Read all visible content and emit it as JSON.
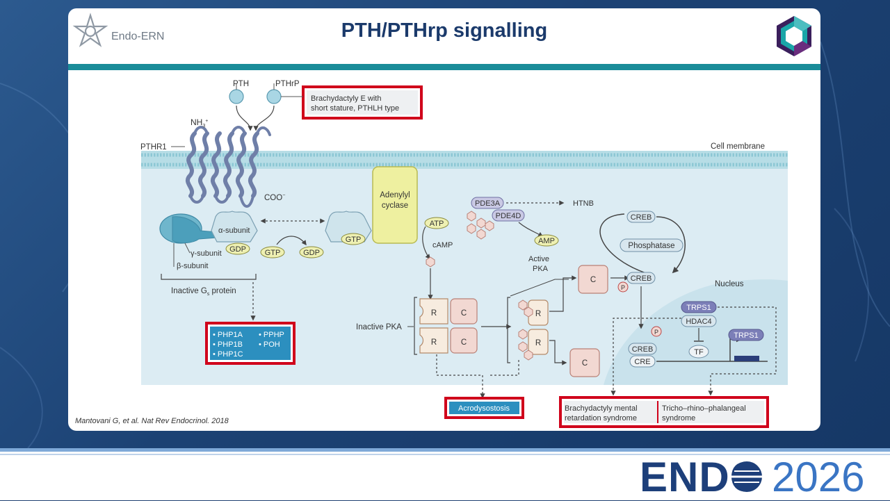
{
  "slide": {
    "title": "PTH/PTHrp signalling",
    "org_label": "Endo-ERN",
    "citation": "Mantovani G, et al. Nat Rev Endocrinol. 2018"
  },
  "footer": {
    "brand": "ENDO",
    "year": "2026"
  },
  "colors": {
    "accent_teal": "#1a8c99",
    "highlight_red": "#d0021b",
    "title_navy": "#1b3a6b"
  },
  "diagram": {
    "ligands": {
      "pth": "PTH",
      "pthrp": "PTHrP"
    },
    "receptor": {
      "nh": "NH",
      "nh_sub": "3",
      "nh_sup": "+",
      "name": "PTHR1",
      "coo": "COO",
      "coo_sup": "−"
    },
    "membrane_label": "Cell membrane",
    "gs_protein": {
      "alpha": "α-subunit",
      "gamma": "γ-subunit",
      "beta": "β-subunit",
      "gdp": "GDP",
      "gtp": "GTP",
      "inactive_pre": "Inactive G",
      "inactive_sub": "s",
      "inactive_post": " protein"
    },
    "exchange": {
      "gtp": "GTP",
      "gdp": "GDP",
      "gtp2": "GTP"
    },
    "adenylyl_cyclase": [
      "Adenylyl",
      "cyclase"
    ],
    "atp": "ATP",
    "camp": "cAMP",
    "pde3a": "PDE3A",
    "pde4d": "PDE4D",
    "htnb": "HTNB",
    "amp": "AMP",
    "active_pka": [
      "Active",
      "PKA"
    ],
    "inactive_pka": "Inactive PKA",
    "pka_units": {
      "r": "R",
      "c": "C"
    },
    "creb": "CREB",
    "phosphatase": "Phosphatase",
    "p": "P",
    "nucleus": "Nucleus",
    "trps1": "TRPS1",
    "hdac4": "HDAC4",
    "tf": "TF",
    "cre": "CRE"
  },
  "highlights": {
    "brachydactyly_e": [
      "Brachydactyly E with",
      "short stature, PTHLH type"
    ],
    "php_col1": [
      "• PHP1A",
      "• PHP1B",
      "• PHP1C"
    ],
    "php_col2": [
      "• PPHP",
      "• POH"
    ],
    "acrodysostosis": "Acrodysostosis",
    "bdmr": [
      "Brachydactyly mental",
      "retardation syndrome"
    ],
    "trps": [
      "Tricho–rhino–phalangeal",
      "syndrome"
    ]
  }
}
